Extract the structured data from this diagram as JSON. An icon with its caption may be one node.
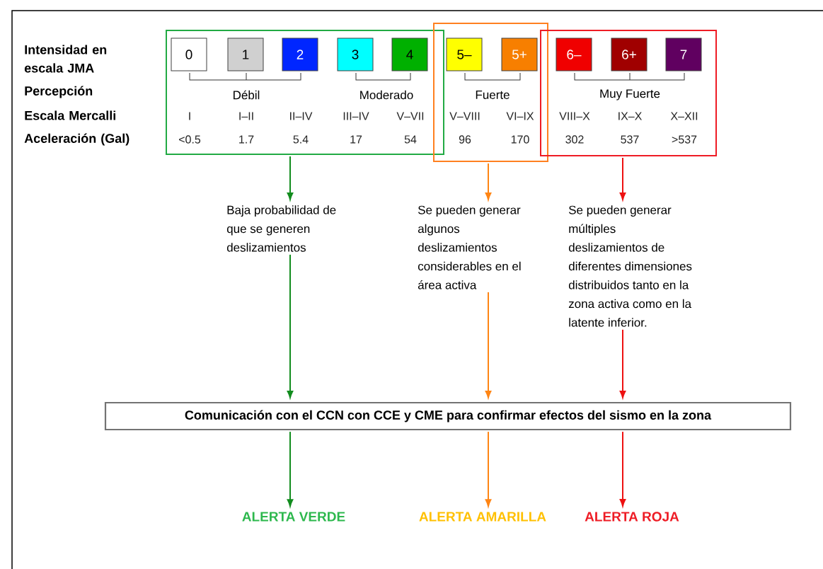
{
  "diagram": {
    "nodes": [
      {
        "text": [],
        "shape": "box"
      },
      {
        "text": [
          "0"
        ],
        "in": 0
      },
      {
        "text": [
          "1"
        ],
        "in": 0
      },
      {
        "text": [
          "2"
        ],
        "in": 0
      },
      {
        "text": [
          "3"
        ],
        "in": 0
      },
      {
        "text": [
          "4"
        ],
        "in": 0
      },
      {
        "text": [],
        "shape": "box"
      },
      {
        "text": [
          "5–"
        ],
        "in": 6
      },
      {
        "text": [
          "5+"
        ],
        "in": 6
      },
      {
        "text": [],
        "shape": "box"
      },
      {
        "text": [
          "6–"
        ],
        "in": 9
      },
      {
        "text": [
          "6+"
        ],
        "in": 9
      },
      {
        "text": [
          "7"
        ],
        "in": 9
      },
      {
        "text": [
          "Baja probabilidad de que se generen deslizamientos"
        ]
      },
      {
        "text": [
          "Se pueden generar algunos deslizamientos considerables en el área activa"
        ]
      },
      {
        "text": [
          "Se pueden generar múltiples deslizamientos de diferentes dimensiones distribuidos tanto en la zona activa como en la latente inferior."
        ]
      },
      {
        "text": [
          "Comunicación con el CCN con CCE y CME para confirmar efectos del sismo en la zona"
        ]
      },
      {
        "text": [
          "ALERTA VERDE"
        ]
      },
      {
        "text": [
          "ALERTA AMARILLA"
        ]
      },
      {
        "text": [
          "ALERTA ROJA"
        ]
      }
    ],
    "edges": [
      {
        "from": 0,
        "to": 13,
        "arrow": "to",
        "color": "#128c1e"
      },
      {
        "from": 13,
        "to": 16,
        "arrow": "to",
        "color": "#128c1e"
      },
      {
        "from": 16,
        "to": 17,
        "arrow": "to",
        "color": "#128c1e"
      },
      {
        "from": 6,
        "to": 14,
        "arrow": "to",
        "color": "#ff8514"
      },
      {
        "from": 14,
        "to": 16,
        "arrow": "to",
        "color": "#ff8514"
      },
      {
        "from": 16,
        "to": 18,
        "arrow": "to",
        "color": "#ff8514"
      },
      {
        "from": 9,
        "to": 15,
        "arrow": "to",
        "color": "#ee1111"
      },
      {
        "from": 15,
        "to": 16,
        "arrow": "to",
        "color": "#ee1111"
      },
      {
        "from": 16,
        "to": 19,
        "arrow": "to",
        "color": "#ee1111"
      }
    ],
    "labels": [
      "Intensidad en escala JMA",
      "Percepción",
      "Escala Mercalli",
      "Aceleración (Gal)",
      "Débil",
      "Moderado",
      "Fuerte",
      "Muy Fuerte",
      "I",
      "I–II",
      "II–IV",
      "III–IV",
      "V–VII",
      "V–VIII",
      "VI–IX",
      "VIII–X",
      "IX–X",
      "X–XII",
      "<0.5",
      "1.7",
      "5.4",
      "17",
      "54",
      "96",
      "170",
      "302",
      "537",
      ">537"
    ]
  }
}
